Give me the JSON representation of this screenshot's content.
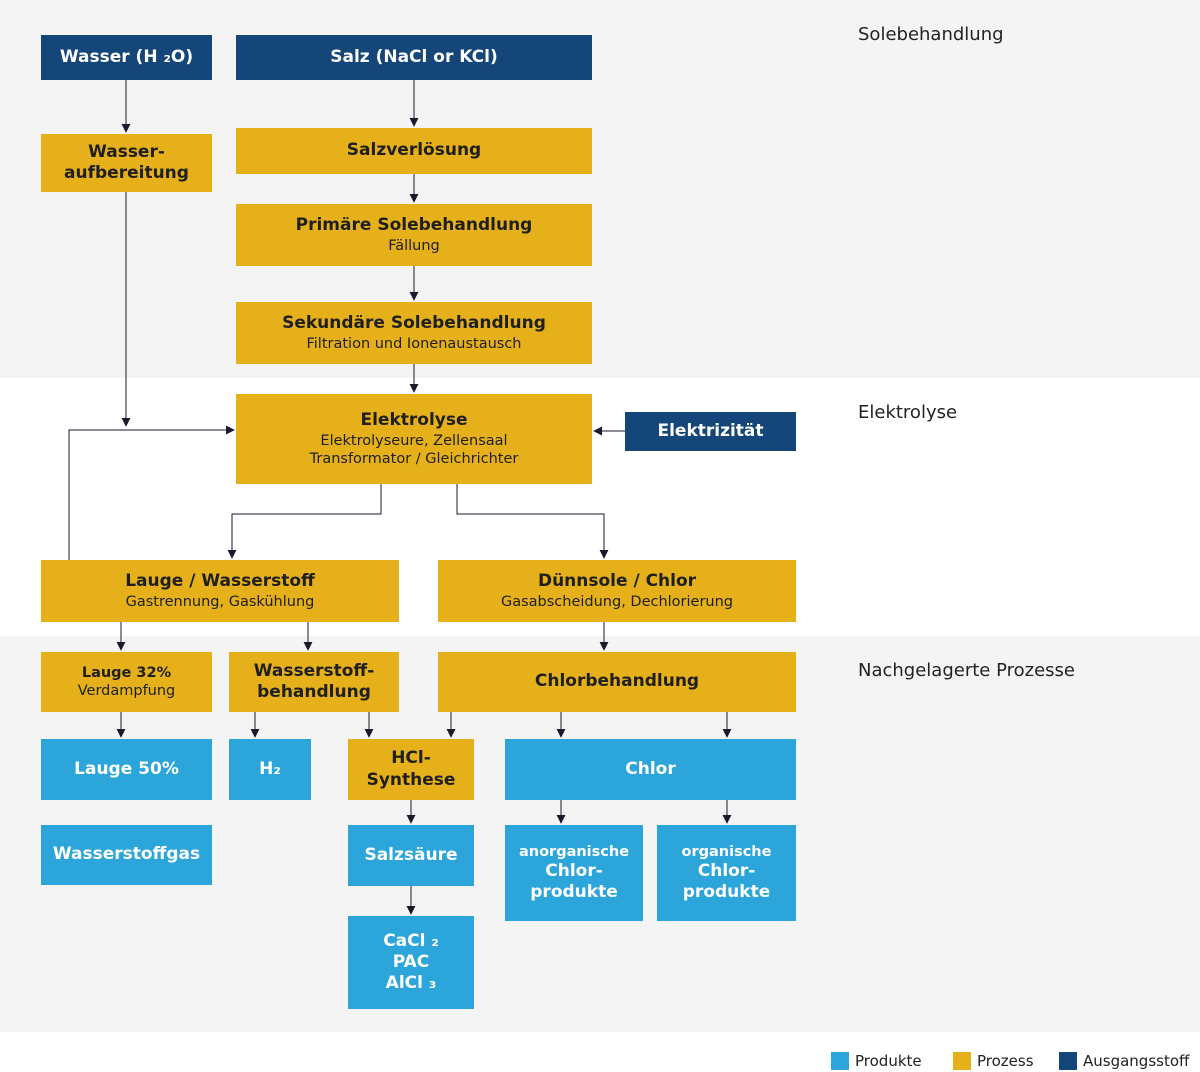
{
  "sections": {
    "brine": "Solebehandlung",
    "electrolysis": "Elektrolyse",
    "downstream": "Nachgelagerte Prozesse"
  },
  "nodes": {
    "wasser": "Wasser (H ₂O)",
    "salz": "Salz (NaCl or KCl)",
    "wasseraufbereitung": "Wasser-\naufbereitung",
    "salzverloesung": "Salzverlösung",
    "primaer_title": "Primäre Solebehandlung",
    "primaer_sub": "Fällung",
    "sekundaer_title": "Sekundäre Solebehandlung",
    "sekundaer_sub": "Filtration und Ionenaustausch",
    "elektrolyse_title": "Elektrolyse",
    "elektrolyse_sub1": "Elektrolyseure, Zellensaal",
    "elektrolyse_sub2": "Transformator / Gleichrichter",
    "elektrizitaet": "Elektrizität",
    "lauge_title": "Lauge / Wasserstoff",
    "lauge_sub": "Gastrennung, Gaskühlung",
    "duennsole_title": "Dünnsole / Chlor",
    "duennsole_sub": "Gasabscheidung, Dechlorierung",
    "lauge32_title": "Lauge 32%",
    "lauge32_sub": "Verdampfung",
    "wasserstoffbehandlung": "Wasserstoff-\nbehandlung",
    "chlorbehandlung": "Chlorbehandlung",
    "lauge50": "Lauge 50%",
    "h2": "H₂",
    "hcl": "HCl-\nSynthese",
    "chlor": "Chlor",
    "wasserstoffgas": "Wasserstoffgas",
    "salzsaeure": "Salzsäure",
    "cacl2": "CaCl ₂",
    "pac": "PAC",
    "alcl3": "AlCl ₃",
    "anorg_1": "anorganische",
    "anorg_2": "Chlor-\nprodukte",
    "org_1": "organische",
    "org_2": "Chlor-\nprodukte"
  },
  "legend": {
    "products": "Produkte",
    "process": "Prozess",
    "source": "Ausgangsstoff"
  },
  "colors": {
    "source": "#15467a",
    "process": "#e5b019",
    "product": "#2ca6da",
    "band": "#f4f4f4",
    "edge": "#1a1a2e"
  }
}
